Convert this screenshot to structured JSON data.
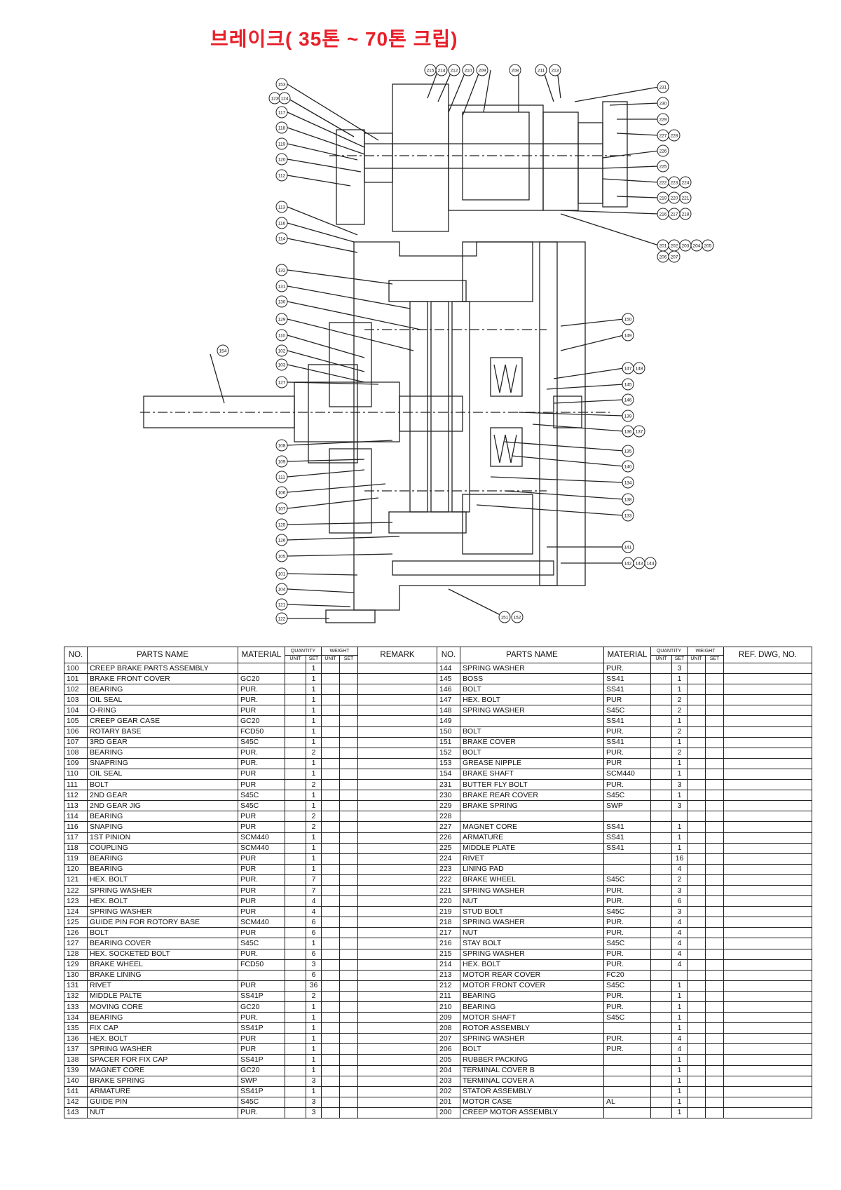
{
  "title": "브레이크( 35톤 ~ 70톤 크립)",
  "diagram": {
    "callouts_top": [
      "215",
      "214",
      "212",
      "210",
      "209",
      "208",
      "211",
      "213"
    ],
    "callouts_left": [
      "153",
      "123",
      "124",
      "117",
      "118",
      "119",
      "120",
      "112",
      "113",
      "116",
      "114",
      "132",
      "131",
      "130",
      "129",
      "110",
      "102",
      "103",
      "154",
      "127",
      "108",
      "109",
      "111",
      "106",
      "107",
      "125",
      "126",
      "105",
      "101",
      "104",
      "121",
      "122"
    ],
    "callouts_right": [
      "231",
      "230",
      "229",
      "227",
      "228",
      "226",
      "225",
      "222",
      "223",
      "224",
      "219",
      "220",
      "221",
      "216",
      "217",
      "218",
      "201",
      "202",
      "203",
      "204",
      "205",
      "206",
      "207",
      "150",
      "149",
      "147",
      "148",
      "145",
      "146",
      "139",
      "136",
      "137",
      "135",
      "140",
      "134",
      "138",
      "133",
      "141",
      "142",
      "143",
      "144",
      "151",
      "152"
    ]
  },
  "table": {
    "headers": {
      "no": "NO.",
      "parts_name": "PARTS NAME",
      "material": "MATERIAL",
      "quantity": "QUANTITY",
      "weight": "WEIGHT",
      "unit": "UNIT",
      "set": "SET",
      "remark": "REMARK",
      "ref": "REF. DWG, NO."
    },
    "left_rows": [
      {
        "no": "100",
        "name": "CREEP BRAKE PARTS ASSEMBLY",
        "material": "",
        "qty": "1"
      },
      {
        "no": "101",
        "name": "BRAKE FRONT COVER",
        "material": "GC20",
        "qty": "1"
      },
      {
        "no": "102",
        "name": "BEARING",
        "material": "PUR.",
        "qty": "1"
      },
      {
        "no": "103",
        "name": "OIL SEAL",
        "material": "PUR.",
        "qty": "1"
      },
      {
        "no": "104",
        "name": "O-RING",
        "material": "PUR",
        "qty": "1"
      },
      {
        "no": "105",
        "name": "CREEP GEAR CASE",
        "material": "GC20",
        "qty": "1"
      },
      {
        "no": "106",
        "name": "ROTARY BASE",
        "material": "FCD50",
        "qty": "1"
      },
      {
        "no": "107",
        "name": "3RD GEAR",
        "material": "S45C",
        "qty": "1"
      },
      {
        "no": "108",
        "name": "BEARING",
        "material": "PUR.",
        "qty": "2"
      },
      {
        "no": "109",
        "name": "SNAPRING",
        "material": "PUR.",
        "qty": "1"
      },
      {
        "no": "110",
        "name": "OIL SEAL",
        "material": "PUR",
        "qty": "1"
      },
      {
        "no": "111",
        "name": "BOLT",
        "material": "PUR",
        "qty": "2"
      },
      {
        "no": "112",
        "name": "2ND GEAR",
        "material": "S45C",
        "qty": "1"
      },
      {
        "no": "113",
        "name": "2ND GEAR JIG",
        "material": "S45C",
        "qty": "1"
      },
      {
        "no": "114",
        "name": "BEARING",
        "material": "PUR",
        "qty": "2"
      },
      {
        "no": "116",
        "name": "SNAPING",
        "material": "PUR",
        "qty": "2"
      },
      {
        "no": "117",
        "name": "1ST PINION",
        "material": "SCM440",
        "qty": "1"
      },
      {
        "no": "118",
        "name": "COUPLING",
        "material": "SCM440",
        "qty": "1"
      },
      {
        "no": "119",
        "name": "BEARING",
        "material": "PUR",
        "qty": "1"
      },
      {
        "no": "120",
        "name": "BEARING",
        "material": "PUR",
        "qty": "1"
      },
      {
        "no": "121",
        "name": "HEX. BOLT",
        "material": "PUR.",
        "qty": "7"
      },
      {
        "no": "122",
        "name": "SPRING WASHER",
        "material": "PUR",
        "qty": "7"
      },
      {
        "no": "123",
        "name": "HEX. BOLT",
        "material": "PUR",
        "qty": "4"
      },
      {
        "no": "124",
        "name": "SPRING WASHER",
        "material": "PUR",
        "qty": "4"
      },
      {
        "no": "125",
        "name": "GUIDE PIN FOR ROTORY BASE",
        "material": "SCM440",
        "qty": "6"
      },
      {
        "no": "126",
        "name": "BOLT",
        "material": "PUR",
        "qty": "6"
      },
      {
        "no": "127",
        "name": "BEARING COVER",
        "material": "S45C",
        "qty": "1"
      },
      {
        "no": "128",
        "name": "HEX. SOCKETED BOLT",
        "material": "PUR.",
        "qty": "6"
      },
      {
        "no": "129",
        "name": "BRAKE WHEEL",
        "material": "FCD50",
        "qty": "3"
      },
      {
        "no": "130",
        "name": "BRAKE LINING",
        "material": "",
        "qty": "6"
      },
      {
        "no": "131",
        "name": "RIVET",
        "material": "PUR",
        "qty": "36"
      },
      {
        "no": "132",
        "name": "MIDDLE PALTE",
        "material": "SS41P",
        "qty": "2"
      },
      {
        "no": "133",
        "name": "MOVING CORE",
        "material": "GC20",
        "qty": "1"
      },
      {
        "no": "134",
        "name": "BEARING",
        "material": "PUR.",
        "qty": "1"
      },
      {
        "no": "135",
        "name": "FIX CAP",
        "material": "SS41P",
        "qty": "1"
      },
      {
        "no": "136",
        "name": "HEX. BOLT",
        "material": "PUR",
        "qty": "1"
      },
      {
        "no": "137",
        "name": "SPRING WASHER",
        "material": "PUR",
        "qty": "1"
      },
      {
        "no": "138",
        "name": "SPACER FOR FIX CAP",
        "material": "SS41P",
        "qty": "1"
      },
      {
        "no": "139",
        "name": "MAGNET CORE",
        "material": "GC20",
        "qty": "1"
      },
      {
        "no": "140",
        "name": "BRAKE SPRING",
        "material": "SWP",
        "qty": "3"
      },
      {
        "no": "141",
        "name": "ARMATURE",
        "material": "SS41P",
        "qty": "1"
      },
      {
        "no": "142",
        "name": "GUIDE PIN",
        "material": "S45C",
        "qty": "3"
      },
      {
        "no": "143",
        "name": "NUT",
        "material": "PUR.",
        "qty": "3"
      }
    ],
    "right_rows": [
      {
        "no": "144",
        "name": "SPRING WASHER",
        "material": "PUR.",
        "qty": "3"
      },
      {
        "no": "145",
        "name": "BOSS",
        "material": "SS41",
        "qty": "1"
      },
      {
        "no": "146",
        "name": "BOLT",
        "material": "SS41",
        "qty": "1"
      },
      {
        "no": "147",
        "name": "HEX. BOLT",
        "material": "PUR",
        "qty": "2"
      },
      {
        "no": "148",
        "name": "SPRING WASHER",
        "material": "S45C",
        "qty": "2"
      },
      {
        "no": "149",
        "name": "",
        "material": "SS41",
        "qty": "1"
      },
      {
        "no": "150",
        "name": "BOLT",
        "material": "PUR.",
        "qty": "2"
      },
      {
        "no": "151",
        "name": "BRAKE COVER",
        "material": "SS41",
        "qty": "1"
      },
      {
        "no": "152",
        "name": "BOLT",
        "material": "PUR.",
        "qty": "2"
      },
      {
        "no": "153",
        "name": "GREASE NIPPLE",
        "material": "PUR",
        "qty": "1"
      },
      {
        "no": "154",
        "name": "BRAKE SHAFT",
        "material": "SCM440",
        "qty": "1"
      },
      {
        "no": "231",
        "name": "BUTTER FLY BOLT",
        "material": "PUR.",
        "qty": "3"
      },
      {
        "no": "230",
        "name": "BRAKE REAR COVER",
        "material": "S45C",
        "qty": "1"
      },
      {
        "no": "229",
        "name": "BRAKE SPRING",
        "material": "SWP",
        "qty": "3"
      },
      {
        "no": "228",
        "name": "",
        "material": "",
        "qty": ""
      },
      {
        "no": "227",
        "name": "MAGNET CORE",
        "material": "SS41",
        "qty": "1"
      },
      {
        "no": "226",
        "name": "ARMATURE",
        "material": "SS41",
        "qty": "1"
      },
      {
        "no": "225",
        "name": "MIDDLE PLATE",
        "material": "SS41",
        "qty": "1"
      },
      {
        "no": "224",
        "name": "RIVET",
        "material": "",
        "qty": "16"
      },
      {
        "no": "223",
        "name": "LINING PAD",
        "material": "",
        "qty": "4"
      },
      {
        "no": "222",
        "name": "BRAKE WHEEL",
        "material": "S45C",
        "qty": "2"
      },
      {
        "no": "221",
        "name": "SPRING WASHER",
        "material": "PUR.",
        "qty": "3"
      },
      {
        "no": "220",
        "name": "NUT",
        "material": "PUR.",
        "qty": "6"
      },
      {
        "no": "219",
        "name": "STUD BOLT",
        "material": "S45C",
        "qty": "3"
      },
      {
        "no": "218",
        "name": "SPRING WASHER",
        "material": "PUR.",
        "qty": "4"
      },
      {
        "no": "217",
        "name": "NUT",
        "material": "PUR.",
        "qty": "4"
      },
      {
        "no": "216",
        "name": "STAY BOLT",
        "material": "S45C",
        "qty": "4"
      },
      {
        "no": "215",
        "name": "SPRING WASHER",
        "material": "PUR.",
        "qty": "4"
      },
      {
        "no": "214",
        "name": "HEX. BOLT",
        "material": "PUR.",
        "qty": "4"
      },
      {
        "no": "213",
        "name": "MOTOR REAR COVER",
        "material": "FC20",
        "qty": ""
      },
      {
        "no": "212",
        "name": "MOTOR FRONT COVER",
        "material": "S45C",
        "qty": "1"
      },
      {
        "no": "211",
        "name": "BEARING",
        "material": "PUR.",
        "qty": "1"
      },
      {
        "no": "210",
        "name": "BEARING",
        "material": "PUR.",
        "qty": "1"
      },
      {
        "no": "209",
        "name": "MOTOR SHAFT",
        "material": "S45C",
        "qty": "1"
      },
      {
        "no": "208",
        "name": "ROTOR ASSEMBLY",
        "material": "",
        "qty": "1"
      },
      {
        "no": "207",
        "name": "SPRING WASHER",
        "material": "PUR.",
        "qty": "4"
      },
      {
        "no": "206",
        "name": "BOLT",
        "material": "PUR.",
        "qty": "4"
      },
      {
        "no": "205",
        "name": "RUBBER PACKING",
        "material": "",
        "qty": "1"
      },
      {
        "no": "204",
        "name": "TERMINAL COVER B",
        "material": "",
        "qty": "1"
      },
      {
        "no": "203",
        "name": "TERMINAL COVER A",
        "material": "",
        "qty": "1"
      },
      {
        "no": "202",
        "name": "STATOR ASSEMBLY",
        "material": "",
        "qty": "1"
      },
      {
        "no": "201",
        "name": "MOTOR CASE",
        "material": "AL",
        "qty": "1"
      },
      {
        "no": "200",
        "name": "CREEP MOTOR ASSEMBLY",
        "material": "",
        "qty": "1"
      }
    ]
  }
}
